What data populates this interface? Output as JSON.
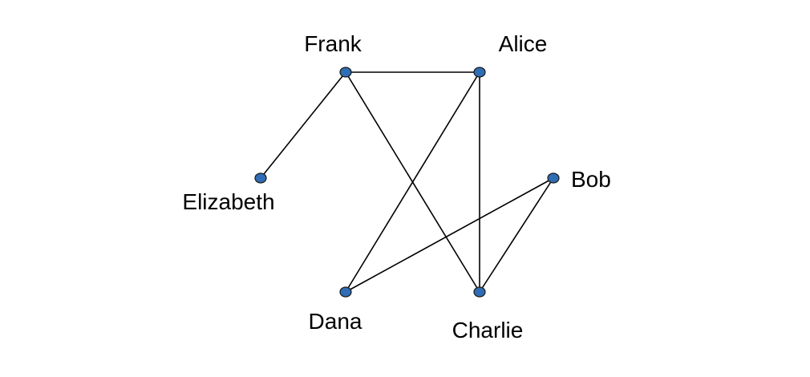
{
  "colors": {
    "node_fill": "#2f6db5",
    "node_stroke": "#1a1a1a",
    "edge": "#000000",
    "label": "#000000"
  },
  "graph": {
    "nodes": [
      {
        "id": "frank",
        "label": "Frank"
      },
      {
        "id": "alice",
        "label": "Alice"
      },
      {
        "id": "elizabeth",
        "label": "Elizabeth"
      },
      {
        "id": "bob",
        "label": "Bob"
      },
      {
        "id": "dana",
        "label": "Dana"
      },
      {
        "id": "charlie",
        "label": "Charlie"
      }
    ],
    "edges": [
      {
        "source": "frank",
        "target": "alice"
      },
      {
        "source": "frank",
        "target": "elizabeth"
      },
      {
        "source": "frank",
        "target": "charlie"
      },
      {
        "source": "alice",
        "target": "dana"
      },
      {
        "source": "alice",
        "target": "charlie"
      },
      {
        "source": "bob",
        "target": "dana"
      },
      {
        "source": "bob",
        "target": "charlie"
      }
    ]
  }
}
